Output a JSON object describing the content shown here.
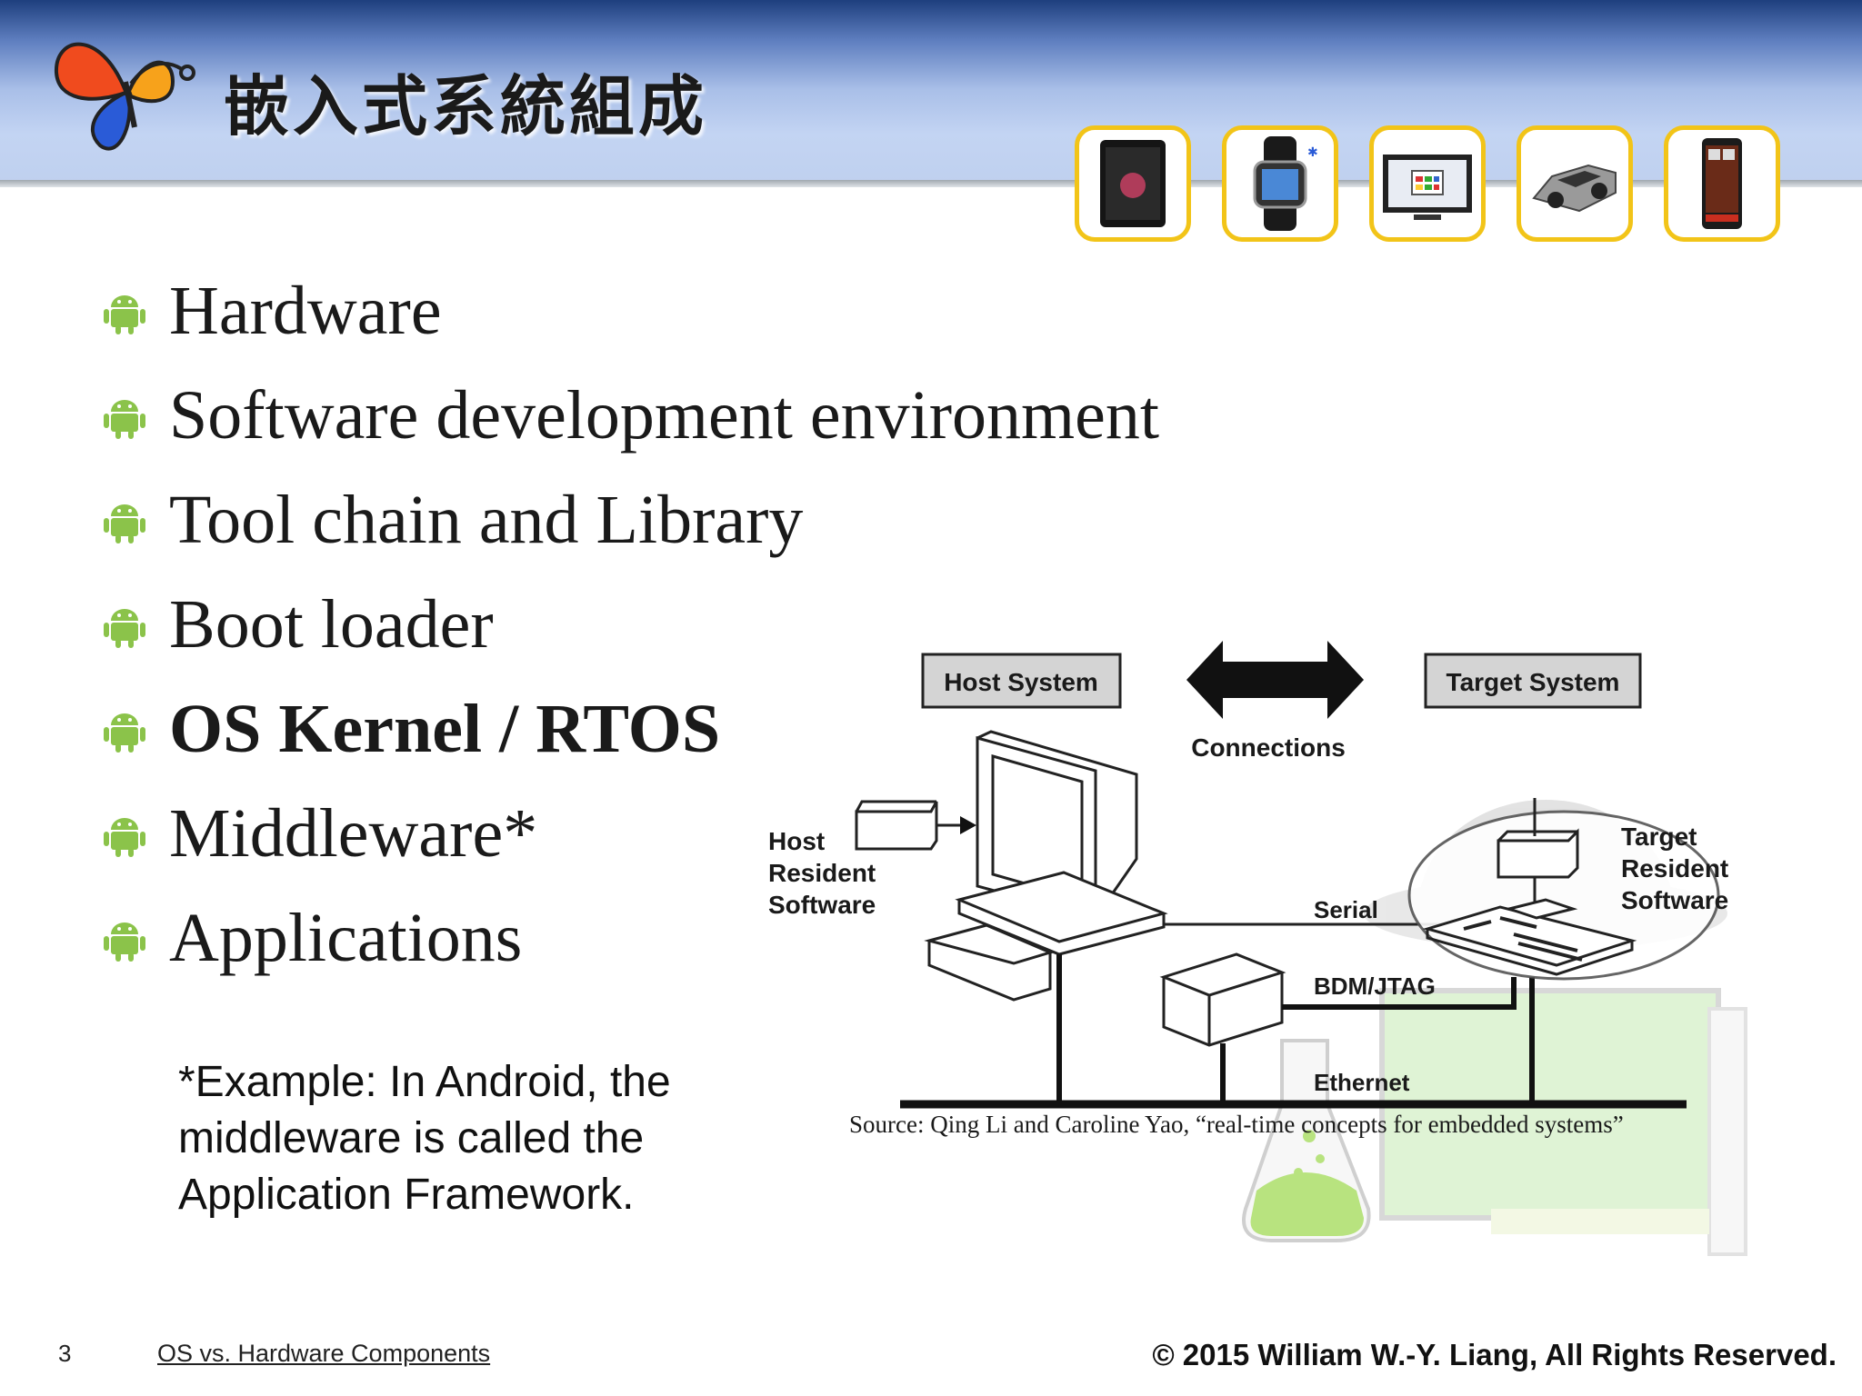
{
  "slide": {
    "title": "嵌入式系統組成",
    "page_number": "3",
    "footer_link": "OS vs. Hardware Components",
    "copyright": "© 2015  William W.-Y. Liang, All Rights Reserved."
  },
  "devices": [
    {
      "icon": "tablet-icon"
    },
    {
      "icon": "smartwatch-icon"
    },
    {
      "icon": "smart-tv-icon"
    },
    {
      "icon": "car-icon"
    },
    {
      "icon": "smartphone-icon"
    }
  ],
  "bullets": [
    {
      "text": "Hardware",
      "bold": false
    },
    {
      "text": "Software development environment",
      "bold": false
    },
    {
      "text": "Tool chain and Library",
      "bold": false
    },
    {
      "text": "Boot loader",
      "bold": false
    },
    {
      "text": "OS Kernel / RTOS",
      "bold": true
    },
    {
      "text": "Middleware*",
      "bold": false
    },
    {
      "text": "Applications",
      "bold": false
    }
  ],
  "note": {
    "line1": "*Example: In Android, the",
    "line2": "middleware is called the",
    "line3": "Application Framework."
  },
  "diagram": {
    "host_system": "Host System",
    "target_system": "Target System",
    "connections": "Connections",
    "host_resident": [
      "Host",
      "Resident",
      "Software"
    ],
    "target_resident": [
      "Target",
      "Resident",
      "Software"
    ],
    "serial": "Serial",
    "bdm_jtag": "BDM/JTAG",
    "ethernet": "Ethernet"
  },
  "source": "Source: Qing Li and Caroline Yao, “real-time concepts for embedded systems”",
  "colors": {
    "android_green": "#8bc34a",
    "device_border": "#f2c418",
    "header_dark": "#1e3f7e"
  }
}
